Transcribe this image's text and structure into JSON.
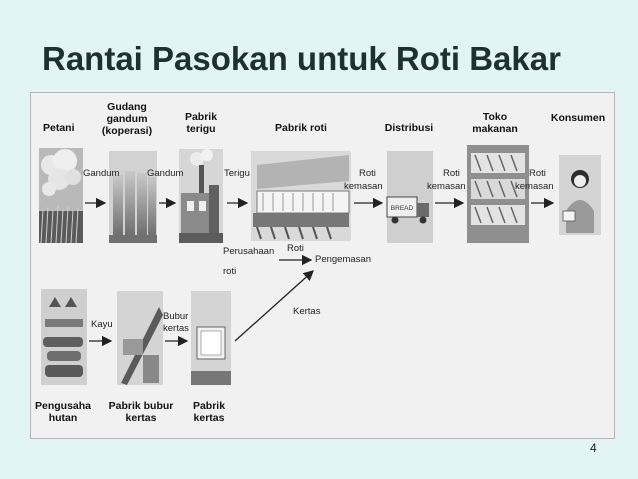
{
  "slide": {
    "title": "Rantai Pasokan untuk Roti Bakar",
    "page_number": "4"
  },
  "stages": {
    "petani": "Petani",
    "gudang": [
      "Gudang",
      "gandum",
      "(koperasi)"
    ],
    "pabrik_terigu": [
      "Pabrik",
      "terigu"
    ],
    "pabrik_roti": "Pabrik roti",
    "distribusi": "Distribusi",
    "toko": [
      "Toko",
      "makanan"
    ],
    "konsumen": "Konsumen",
    "pengusaha_hutan": [
      "Pengusaha",
      "hutan"
    ],
    "pabrik_bubur": [
      "Pabrik bubur",
      "kertas"
    ],
    "pabrik_kertas": [
      "Pabrik",
      "kertas"
    ],
    "perusahaan_roti": [
      "Perusahaan",
      "roti"
    ],
    "pengemasan": "Pengemasan"
  },
  "flows": {
    "gandum_1": "Gandum",
    "gandum_2": "Gandum",
    "terigu": "Terigu",
    "roti_kemasan_1": [
      "Roti",
      "kemasan"
    ],
    "roti_kemasan_2": [
      "Roti",
      "kemasan"
    ],
    "roti_kemasan_3": [
      "Roti",
      "kemasan"
    ],
    "roti": "Roti",
    "kayu": "Kayu",
    "bubur_kertas": [
      "Bubur",
      "kertas"
    ],
    "kertas": "Kertas"
  },
  "illustrations": {
    "truck_sign": "BREAD"
  },
  "colors": {
    "background": "#e3f4f4",
    "panel": "#f1f1f1",
    "illustration": "#8c8c8c",
    "arrow": "#222222"
  }
}
